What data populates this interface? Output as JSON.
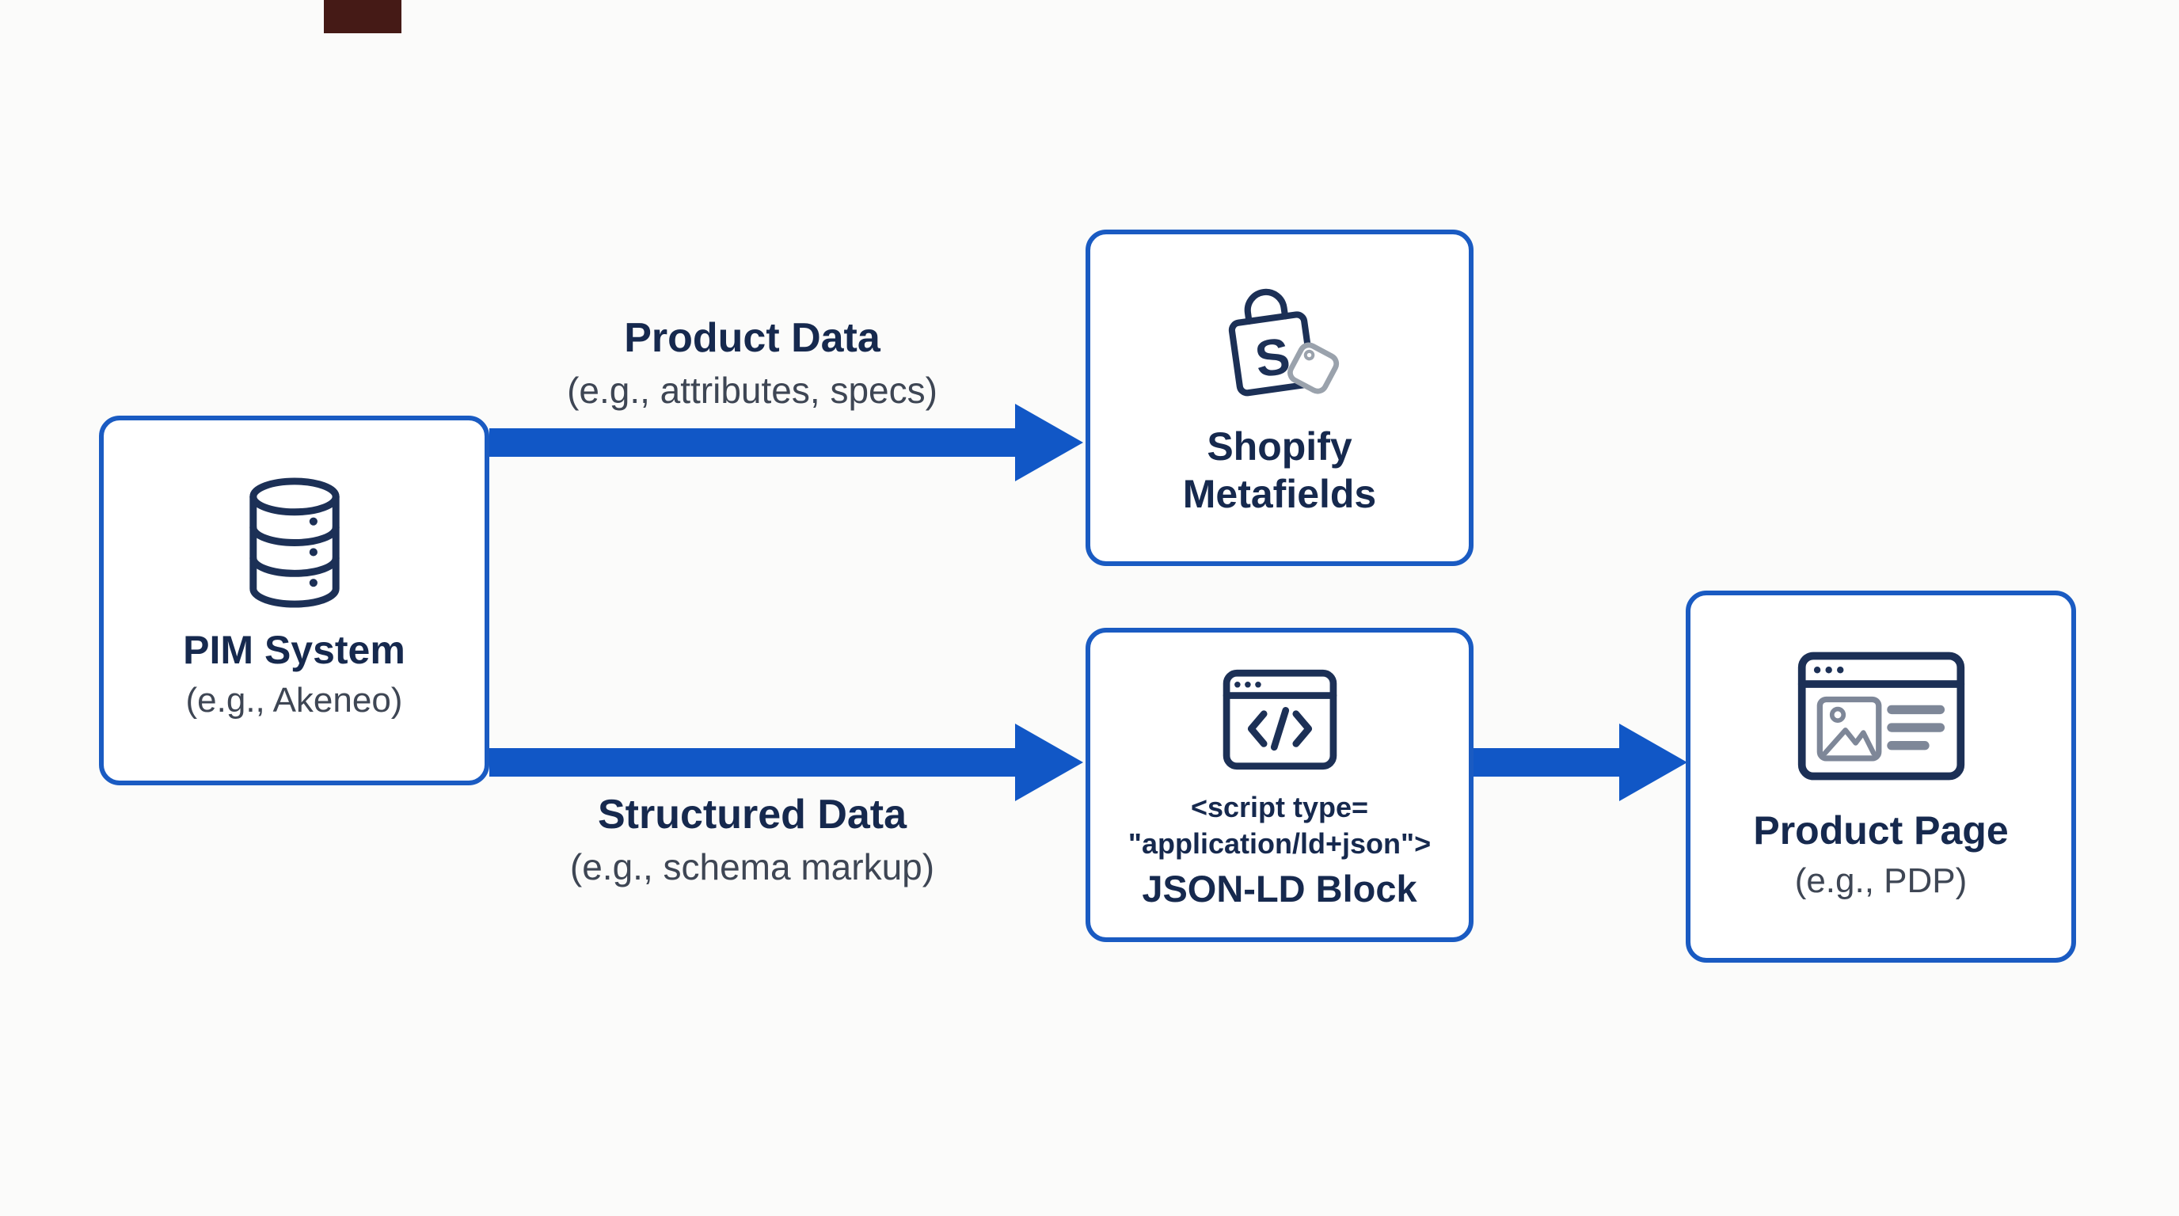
{
  "colors": {
    "bg": "#fbfbfa",
    "accent": "#1157c6",
    "border": "#1a5bc2",
    "navy": "#16294e",
    "slate": "#3e4654",
    "icon": "#1c3056",
    "icon-detail": "#7e8798",
    "tag": "#9aa2ac",
    "artifact": "#451a16"
  },
  "nodes": {
    "pim": {
      "title": "PIM System",
      "subtitle": "(e.g., Akeneo)",
      "icon": "database-icon"
    },
    "shopify": {
      "title": "Shopify Metafields",
      "icon": "shopify-bag-icon",
      "icon_letter": "S"
    },
    "jsonld": {
      "code_line1": "<script type=",
      "code_line2": "\"application/ld+json\">",
      "title": "JSON-LD Block",
      "icon": "code-window-icon"
    },
    "product": {
      "title": "Product Page",
      "subtitle": "(e.g., PDP)",
      "icon": "browser-page-icon"
    }
  },
  "edges": {
    "product_data": {
      "label": "Product Data",
      "sublabel": "(e.g., attributes, specs)"
    },
    "structured_data": {
      "label": "Structured Data",
      "sublabel": "(e.g., schema markup)"
    }
  }
}
